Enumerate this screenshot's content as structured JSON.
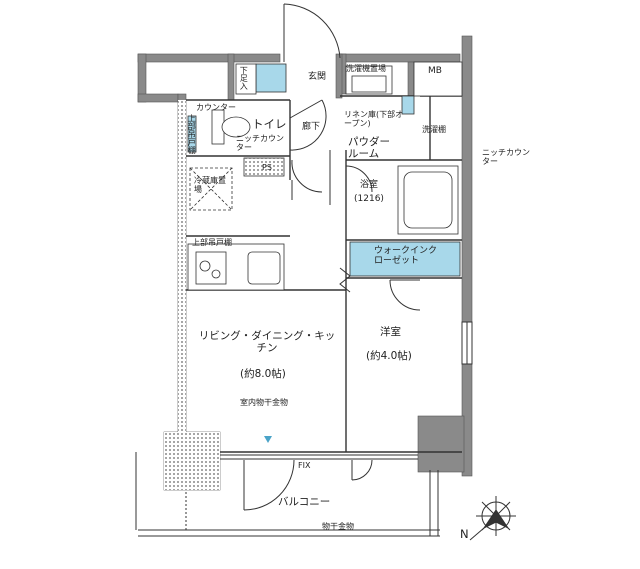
{
  "colors": {
    "wall": "#8a8a8a",
    "line": "#333333",
    "fixture": "#a8d8ea"
  },
  "labels": {
    "mb": "MB",
    "entrance": "玄関",
    "shoe_cabinet": "下足入",
    "washer_space": "洗濯機置場",
    "upper_counter": "カウンター",
    "upper_cabinet_left": "上部吊戸棚",
    "toilet": "トイレ",
    "niche_counter": "ニッチカウンター",
    "hallway": "廊下",
    "linen": "リネン庫(下部オープン)",
    "laundry_shelf": "洗濯棚",
    "powder": "パウダールーム",
    "niche_counter_right": "ニッチカウンター",
    "ps": "PS",
    "fridge": "冷蔵庫置場",
    "bath": "浴室",
    "bath_size": "(1216)",
    "upper_cabinet_kitchen": "上部吊戸棚",
    "walkin": "ウォークインクローゼット",
    "ldk": "リビング・ダイニング・キッチン",
    "ldk_area": "(約8.0帖)",
    "indoor_dry": "室内物干金物",
    "western": "洋室",
    "western_area": "(約4.0帖)",
    "fix": "FIX",
    "balcony": "バルコニー",
    "balcony_dry": "物干金物",
    "north": "N"
  }
}
